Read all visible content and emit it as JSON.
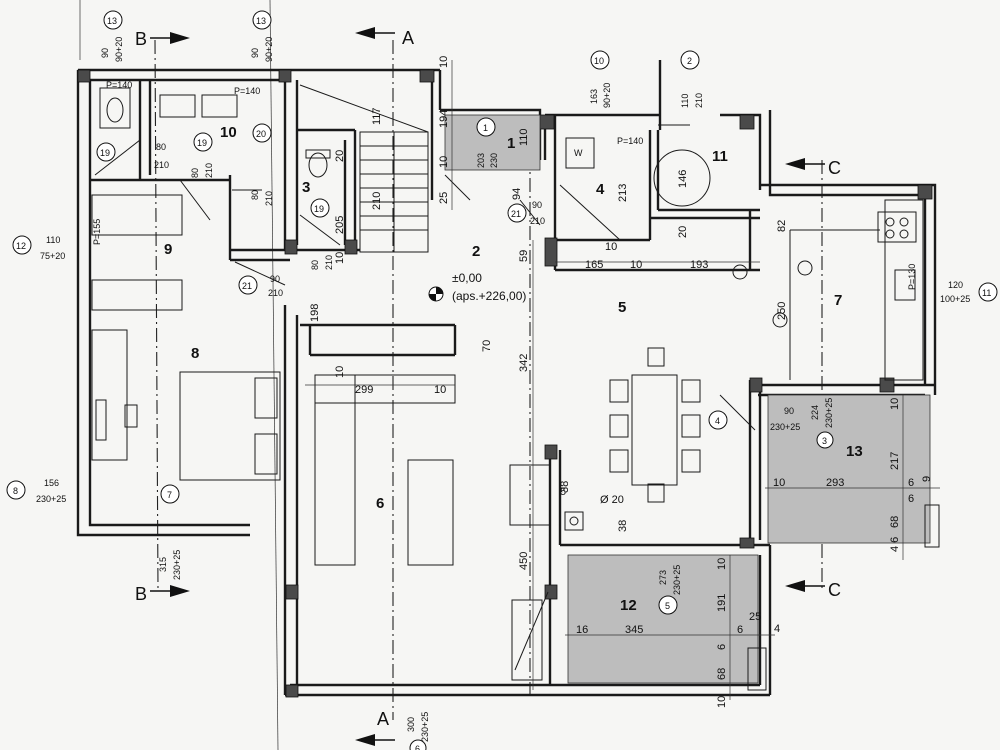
{
  "rooms": [
    {
      "n": "1"
    },
    {
      "n": "2"
    },
    {
      "n": "3"
    },
    {
      "n": "4"
    },
    {
      "n": "5"
    },
    {
      "n": "6"
    },
    {
      "n": "7"
    },
    {
      "n": "8"
    },
    {
      "n": "9"
    },
    {
      "n": "10"
    },
    {
      "n": "11"
    },
    {
      "n": "12"
    },
    {
      "n": "13"
    }
  ],
  "sections": {
    "a": "A",
    "b": "B",
    "c": "C"
  },
  "elevation": {
    "zero": "±0,00",
    "abs": "(aps.+226,00)"
  },
  "bubbles": [
    "13",
    "13",
    "10",
    "2",
    "1",
    "19",
    "19",
    "20",
    "19",
    "21",
    "21",
    "12",
    "8",
    "7",
    "4",
    "5",
    "11",
    "3",
    "6"
  ],
  "openings": {
    "d13a_w": "90",
    "d13a_h": "90+20",
    "d13b_w": "90",
    "d13b_h": "90+20",
    "d10_w": "163",
    "d10_h": "90+20",
    "d2_w": "110",
    "d2_h": "210",
    "d1_w": "203",
    "d1_h": "230",
    "d19a_w": "80",
    "d19a_h": "210",
    "d19b_w": "80",
    "d19b_h": "210",
    "d20_w": "80",
    "d20_h": "210",
    "d19c_w": "80",
    "d19c_h": "210",
    "d21a_w": "90",
    "d21a_h": "210",
    "d21b_w": "90",
    "d21b_h": "210",
    "d12_w": "110",
    "d12_h": "75+20",
    "d11_w": "120",
    "d11_h": "100+25",
    "d8_w": "156",
    "d8_h": "230+25",
    "d7_w": "315",
    "d7_h": "230+25",
    "d4_w": "90",
    "d4_h": "230+25",
    "d3_w": "224",
    "d3_h": "230+25",
    "d5_w": "273",
    "d5_h": "230+25",
    "d6_w": "300",
    "d6_h": "230+25"
  },
  "parapets": {
    "p1": "P=140",
    "p2": "P=140",
    "p3": "P=140",
    "p4": "P=155",
    "p5": "P=130"
  },
  "dims": {
    "d10a": "10",
    "d194": "194",
    "d110": "110",
    "d117": "117",
    "d210s": "210",
    "d20": "20",
    "d25": "25",
    "d205": "205",
    "d10b": "10",
    "d59": "59",
    "d94": "94",
    "d213": "213",
    "d146": "146",
    "d20b": "20",
    "d165": "165",
    "d10c": "10",
    "d10d": "10",
    "d193": "193",
    "d82": "82",
    "d250": "250",
    "d198": "198",
    "d70": "70",
    "d342": "342",
    "d10e": "10",
    "d299": "299",
    "d10f": "10",
    "d10g": "10",
    "d293": "293",
    "d6a": "6",
    "d217": "217",
    "d10h": "10",
    "d68a": "68",
    "d46a": "4 6",
    "d6b": "6",
    "d9a": "9",
    "d38a": "38",
    "d38b": "38",
    "d20c": "Ø 20",
    "d450": "450",
    "d16": "16",
    "d345": "345",
    "d6c": "6",
    "d25b": "25",
    "d4": "4",
    "d191": "191",
    "d10i": "10",
    "d6d": "6",
    "d68b": "68",
    "d10j": "10",
    "d5": "5",
    "d10k": "10"
  },
  "misc": {
    "w": "W"
  }
}
